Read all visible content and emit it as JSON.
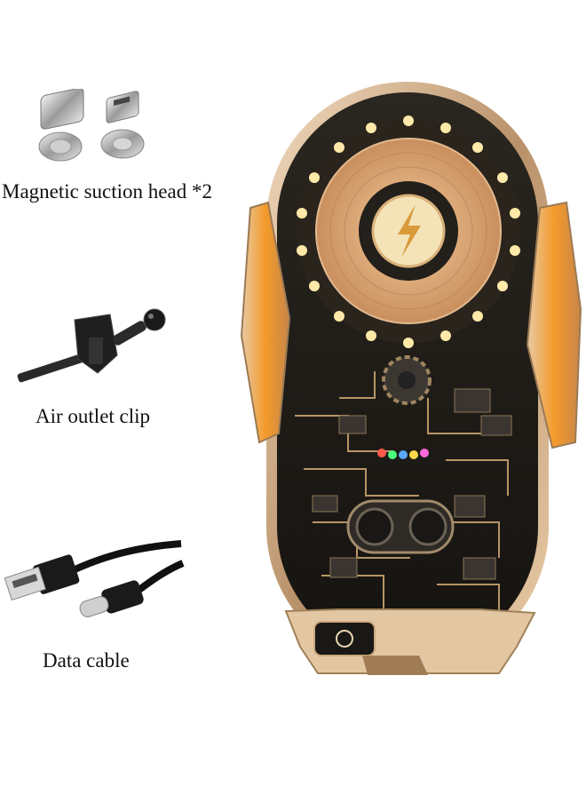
{
  "accessories": {
    "magnetic_head_label": "Magnetic suction head *2",
    "air_clip_label": "Air outlet clip",
    "data_cable_label": "Data cable"
  },
  "colors": {
    "gold": "#c9a27a",
    "orange": "#f08a1a",
    "dark": "#1b1b1b",
    "led": "#ffe9a8"
  },
  "icons": {
    "charging": "lightning-bolt-icon",
    "touch": "finger-touch-icon"
  }
}
